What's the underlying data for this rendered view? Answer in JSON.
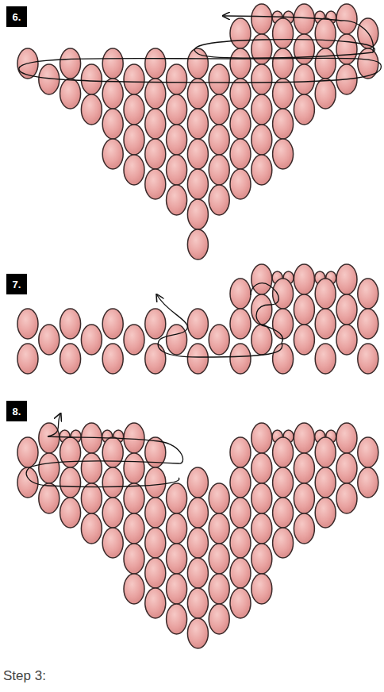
{
  "diagram": {
    "nodes": [
      {
        "text": [
          "6."
        ]
      },
      {
        "text": [
          "7."
        ]
      },
      {
        "text": [
          "8."
        ]
      }
    ],
    "labels": [
      "Step 3:"
    ]
  }
}
